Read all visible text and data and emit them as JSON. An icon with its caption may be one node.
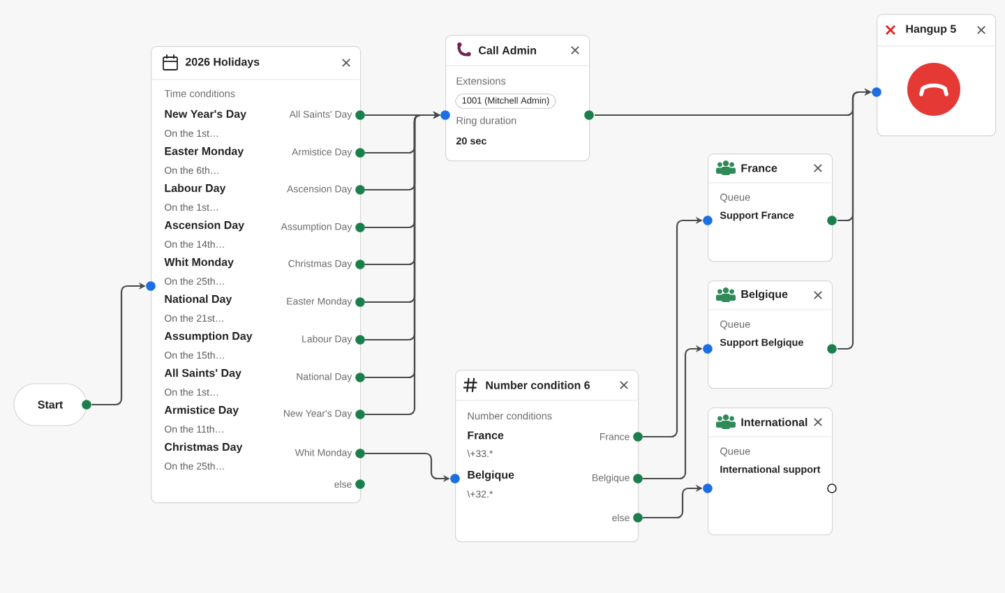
{
  "diagram": {
    "nodes": [
      {
        "text": [
          "Start"
        ]
      },
      {
        "text": [
          "2026 Holidays",
          "Time conditions",
          "New Year's Day",
          "On the 1st…",
          "Easter Monday",
          "On the 6th…",
          "Labour Day",
          "On the 1st…",
          "Ascension Day",
          "On the 14th…",
          "Whit Monday",
          "On the 25th…",
          "National Day",
          "On the 21st…",
          "Assumption Day",
          "On the 15th…",
          "All Saints' Day",
          "On the 1st…",
          "Armistice Day",
          "On the 11th…",
          "Christmas Day",
          "On the 25th…"
        ]
      },
      {
        "text": [
          "All Saints' Day"
        ],
        "in": 1
      },
      {
        "text": [
          "Armistice Day"
        ],
        "in": 1
      },
      {
        "text": [
          "Ascension Day"
        ],
        "in": 1
      },
      {
        "text": [
          "Assumption Day"
        ],
        "in": 1
      },
      {
        "text": [
          "Christmas Day"
        ],
        "in": 1
      },
      {
        "text": [
          "Easter Monday"
        ],
        "in": 1
      },
      {
        "text": [
          "Labour Day"
        ],
        "in": 1
      },
      {
        "text": [
          "National Day"
        ],
        "in": 1
      },
      {
        "text": [
          "New Year's Day"
        ],
        "in": 1
      },
      {
        "text": [
          "Whit Monday"
        ],
        "in": 1
      },
      {
        "text": [
          "else"
        ],
        "in": 1
      },
      {
        "text": [
          "Call Admin",
          "Extensions",
          "Ring duration",
          "20 sec"
        ]
      },
      {
        "text": [
          "1001 (Mitchell Admin)"
        ],
        "in": 13
      },
      {
        "text": [
          "Number condition 6",
          "Number conditions",
          "France",
          "\\+33.*",
          "Belgique",
          "\\+32.*"
        ]
      },
      {
        "text": [
          "France"
        ],
        "in": 15
      },
      {
        "text": [
          "Belgique"
        ],
        "in": 15
      },
      {
        "text": [
          "else"
        ],
        "in": 15
      },
      {
        "text": [
          "Hangup 5"
        ]
      },
      {
        "text": [
          "France",
          "Queue",
          "Support France"
        ]
      },
      {
        "text": [
          "Belgique",
          "Queue",
          "Support Belgique"
        ]
      },
      {
        "text": [
          "International",
          "Queue",
          "International support"
        ]
      }
    ],
    "edges": [
      {
        "from": 0,
        "to": 1,
        "arrow": "to"
      },
      {
        "from": 2,
        "to": 13,
        "arrow": "to"
      },
      {
        "from": 3,
        "to": 13,
        "arrow": "to"
      },
      {
        "from": 4,
        "to": 13,
        "arrow": "to"
      },
      {
        "from": 5,
        "to": 13,
        "arrow": "to"
      },
      {
        "from": 6,
        "to": 13,
        "arrow": "to"
      },
      {
        "from": 7,
        "to": 13,
        "arrow": "to"
      },
      {
        "from": 8,
        "to": 13,
        "arrow": "to"
      },
      {
        "from": 9,
        "to": 13,
        "arrow": "to"
      },
      {
        "from": 10,
        "to": 13,
        "arrow": "to"
      },
      {
        "from": 11,
        "to": 15,
        "arrow": "to"
      },
      {
        "from": 13,
        "to": 19,
        "arrow": "to"
      },
      {
        "from": 16,
        "to": 20,
        "arrow": "to"
      },
      {
        "from": 17,
        "to": 21,
        "arrow": "to"
      },
      {
        "from": 18,
        "to": 22,
        "arrow": "to"
      },
      {
        "from": 20,
        "to": 19,
        "arrow": "to"
      },
      {
        "from": 21,
        "to": 19,
        "arrow": "to"
      }
    ]
  }
}
